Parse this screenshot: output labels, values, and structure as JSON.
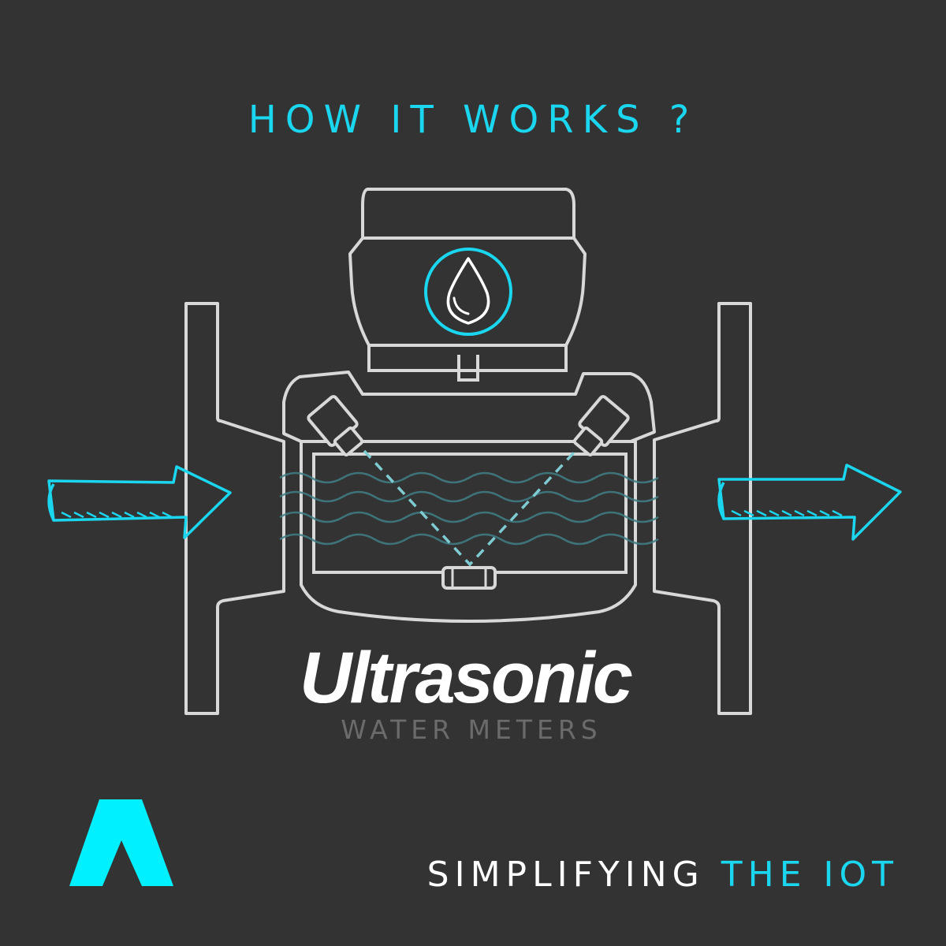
{
  "heading": "HOW IT WORKS ?",
  "product": {
    "name": "Ultrasonic",
    "subtitle": "WATER METERS"
  },
  "tagline": {
    "part1": "SIMPLIFYING",
    "part2": "THE IOT"
  },
  "colors": {
    "background": "#333333",
    "accent": "#1ad6ee",
    "outline": "#d8d8d8",
    "wave": "#3f7f86"
  },
  "icons": {
    "display": "water-drop-icon",
    "flow_in": "arrow-right-icon",
    "flow_out": "arrow-right-icon",
    "brand": "triangle-logo-icon"
  }
}
